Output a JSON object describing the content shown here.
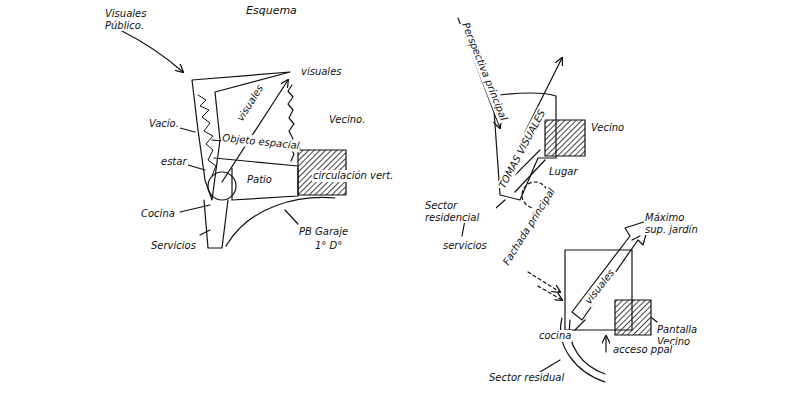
{
  "diagram": {
    "title": "Esquema",
    "labels": [
      "Visuales Público.",
      "visuales",
      "visuales",
      "Vecino.",
      "Vacío.",
      "Objeto espacial",
      "Patio",
      "circulación vert.",
      "estar",
      "Cocina",
      "Servicios",
      "PB Garaje",
      "1° D°",
      "Perspectiva principal",
      "TOMAS VISUALES",
      "Vecino",
      "Lugar",
      "Sector residencial",
      "servicios",
      "Fachada principal",
      "visuales",
      "Máximo sup. jardín",
      "Pantalla Vecino",
      "cocina",
      "acceso ppal",
      "Sector residual"
    ]
  }
}
